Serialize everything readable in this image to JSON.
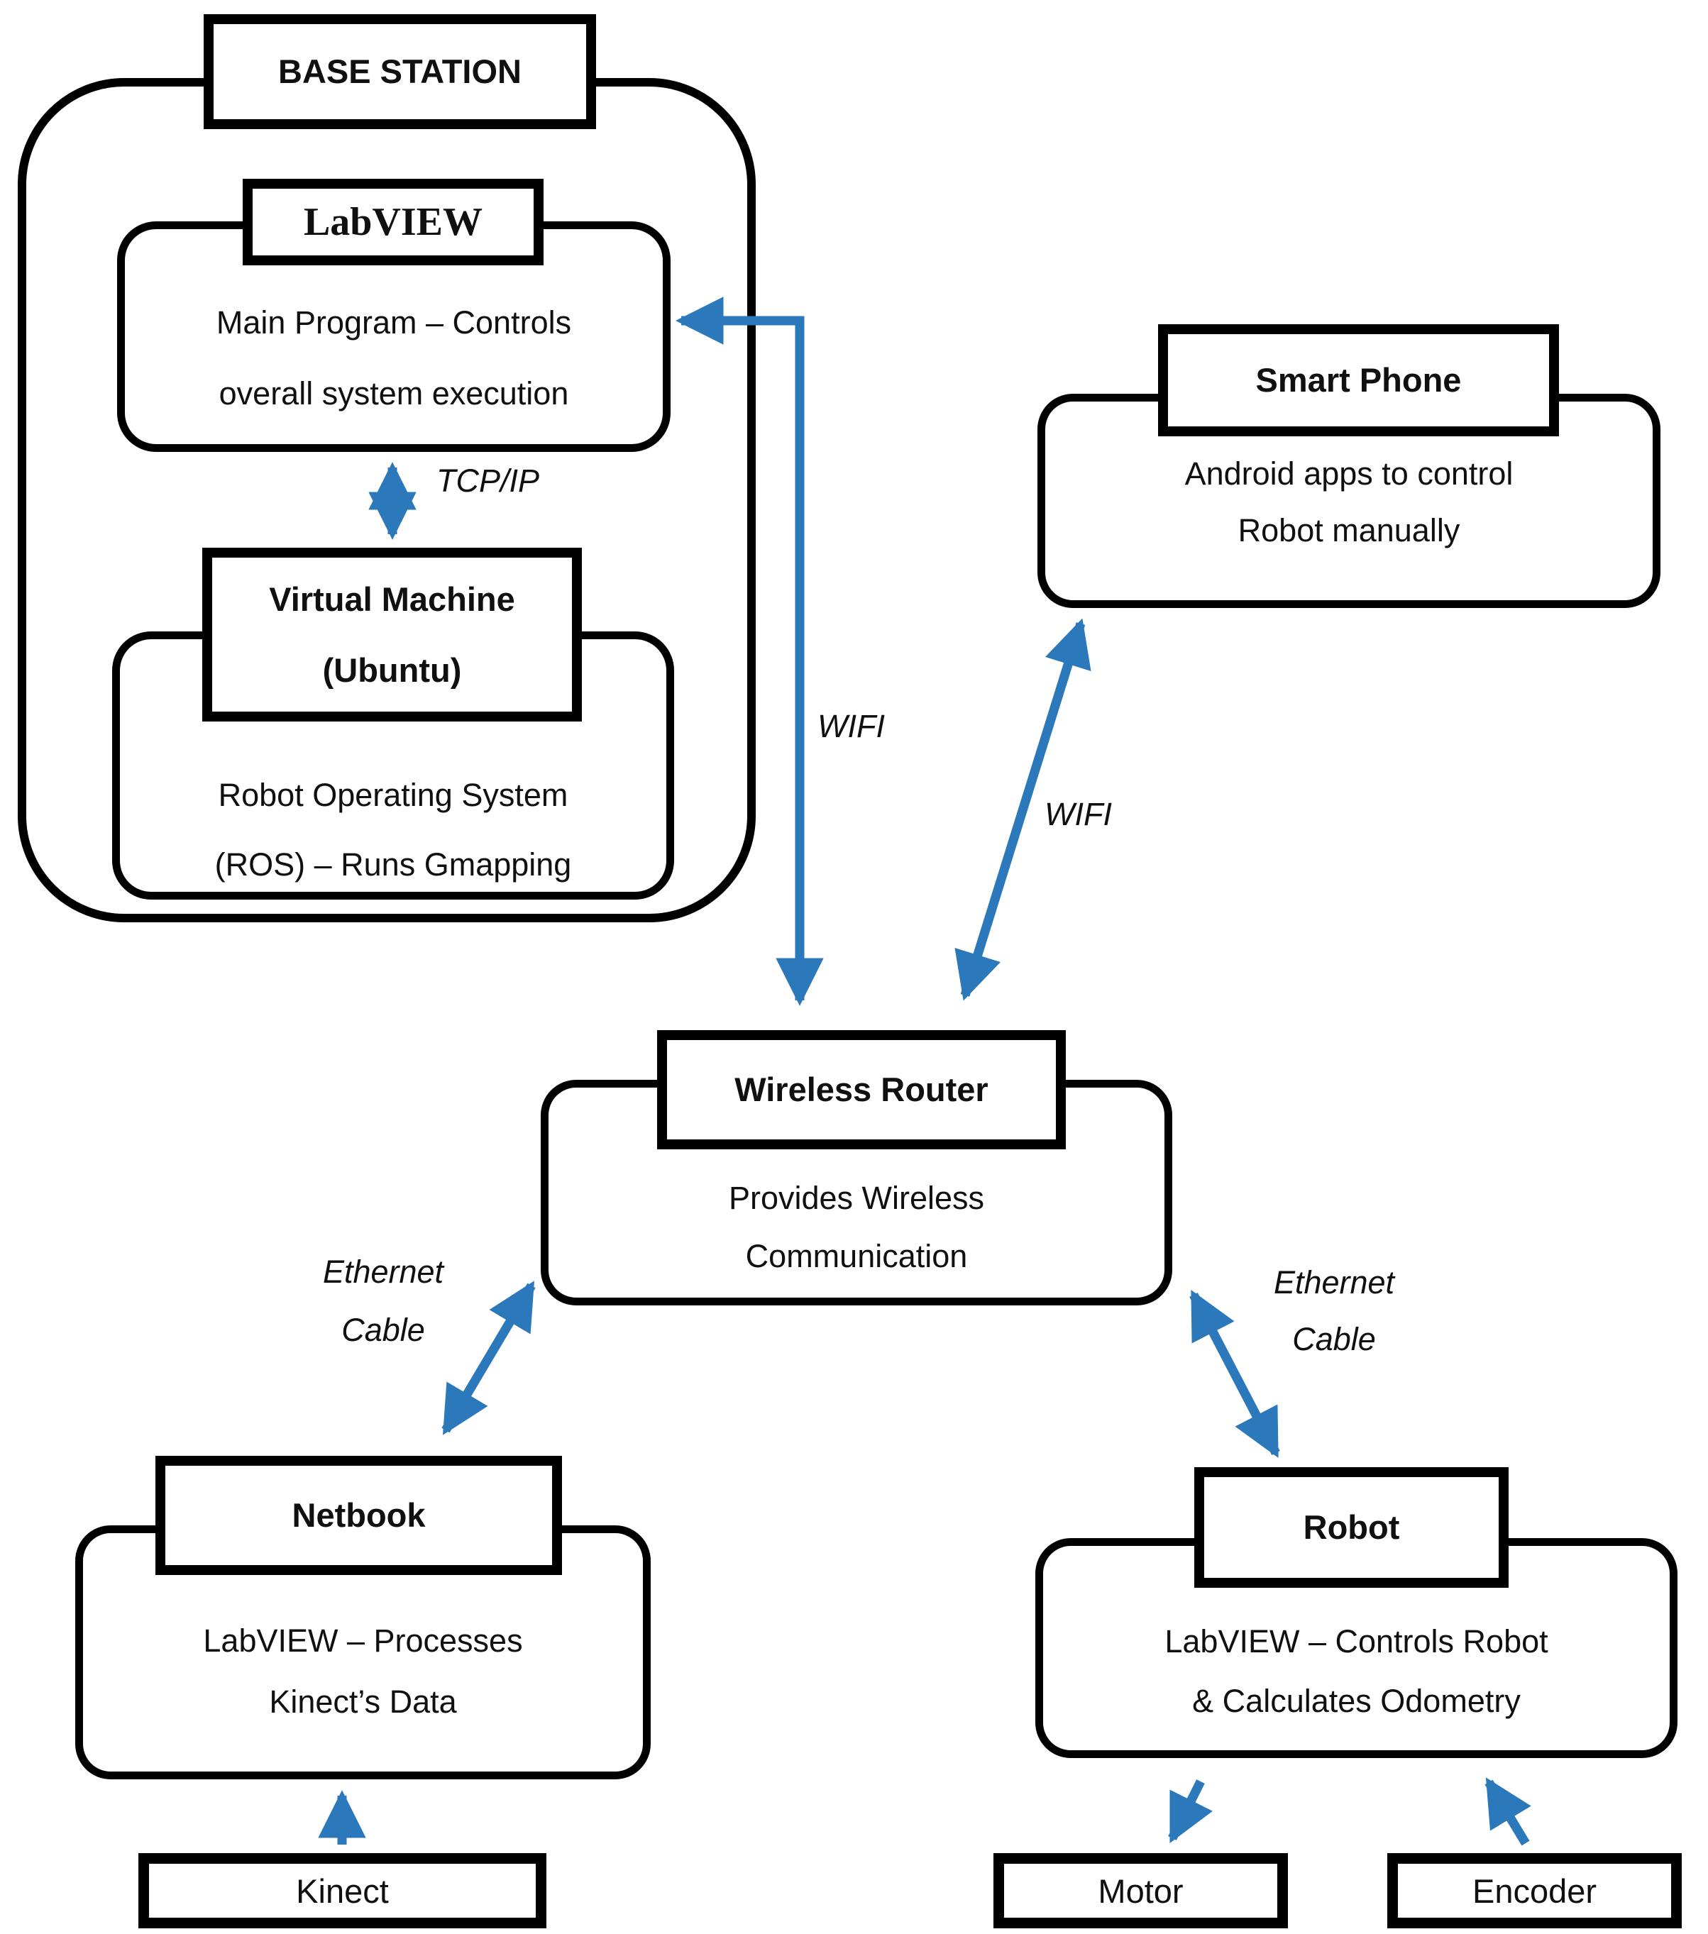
{
  "colors": {
    "arrow_blue": "#2b79bb",
    "border_black": "#000000",
    "text": "#101010",
    "background": "#ffffff"
  },
  "nodes": {
    "base_station": {
      "title": "BASE STATION"
    },
    "labview": {
      "title": "LabVIEW",
      "body_line1": "Main Program – Controls",
      "body_line2": "overall system execution"
    },
    "virtual_machine": {
      "title_line1": "Virtual Machine",
      "title_line2": "(Ubuntu)",
      "body_line1": "Robot Operating System",
      "body_line2": "(ROS) – Runs Gmapping"
    },
    "smart_phone": {
      "title": "Smart Phone",
      "body_line1": "Android apps to control",
      "body_line2": "Robot manually"
    },
    "wireless_router": {
      "title": "Wireless Router",
      "body_line1": "Provides Wireless",
      "body_line2": "Communication"
    },
    "netbook": {
      "title": "Netbook",
      "body_line1": "LabVIEW – Processes",
      "body_line2": "Kinect’s Data"
    },
    "robot": {
      "title": "Robot",
      "body_line1": "LabVIEW – Controls Robot",
      "body_line2": "& Calculates Odometry"
    },
    "kinect": {
      "title": "Kinect"
    },
    "motor": {
      "title": "Motor"
    },
    "encoder": {
      "title": "Encoder"
    }
  },
  "edge_labels": {
    "tcp_ip": "TCP/IP",
    "wifi_left": "WIFI",
    "wifi_right": "WIFI",
    "ethernet_left_line1": "Ethernet",
    "ethernet_left_line2": "Cable",
    "ethernet_right_line1": "Ethernet",
    "ethernet_right_line2": "Cable"
  },
  "connections": [
    {
      "from": "LabVIEW",
      "to": "Virtual Machine (Ubuntu)",
      "label": "TCP/IP",
      "bidirectional": true
    },
    {
      "from": "Wireless Router",
      "to": "LabVIEW",
      "label": "WIFI",
      "bidirectional": false
    },
    {
      "from": "Smart Phone",
      "to": "Wireless Router",
      "label": "WIFI",
      "bidirectional": true
    },
    {
      "from": "Wireless Router",
      "to": "Netbook",
      "label": "Ethernet Cable",
      "bidirectional": true
    },
    {
      "from": "Wireless Router",
      "to": "Robot",
      "label": "Ethernet Cable",
      "bidirectional": true
    },
    {
      "from": "Kinect",
      "to": "Netbook",
      "label": "",
      "bidirectional": false
    },
    {
      "from": "Robot",
      "to": "Motor",
      "label": "",
      "bidirectional": false
    },
    {
      "from": "Encoder",
      "to": "Robot",
      "label": "",
      "bidirectional": false
    }
  ]
}
